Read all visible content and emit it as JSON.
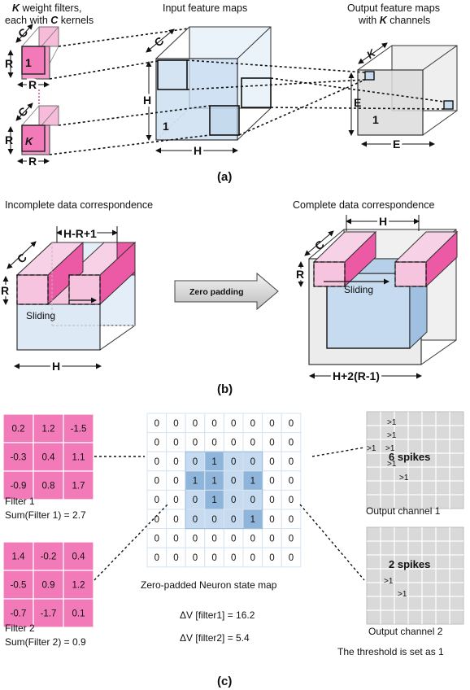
{
  "panel_a": {
    "filters_title_line1_prefix": "K",
    "filters_title_line1_suffix": " weight filters,",
    "filters_title_line2_prefix": "each with ",
    "filters_title_line2_var": "C",
    "filters_title_line2_suffix": " kernels",
    "input_title": "Input feature maps",
    "output_title_line1": "Output feature maps",
    "output_title_line2_prefix": "with ",
    "output_title_line2_var": "K",
    "output_title_line2_suffix": " channels",
    "label_C": "C",
    "label_R": "R",
    "label_H": "H",
    "label_E": "E",
    "label_K": "K",
    "label_one": "1",
    "caption": "(a)"
  },
  "panel_b": {
    "left_title": "Incomplete data correspondence",
    "right_title": "Complete data correspondence",
    "label_hr1": "H-R+1",
    "label_C": "C",
    "label_R": "R",
    "label_H": "H",
    "label_sliding": "Sliding",
    "arrow_label": "Zero padding",
    "label_h2r": "H+2(R-1)",
    "caption": "(b)"
  },
  "panel_c": {
    "filter1": [
      [
        "0.2",
        "1.2",
        "-1.5"
      ],
      [
        "-0.3",
        "0.4",
        "1.1"
      ],
      [
        "-0.9",
        "0.8",
        "1.7"
      ]
    ],
    "filter1_name": "Filter 1",
    "filter1_sum": "Sum(Filter 1) = 2.7",
    "filter2": [
      [
        "1.4",
        "-0.2",
        "0.4"
      ],
      [
        "-0.5",
        "0.9",
        "1.2"
      ],
      [
        "-0.7",
        "-1.7",
        "0.1"
      ]
    ],
    "filter2_name": "Filter 2",
    "filter2_sum": "Sum(Filter 2) = 0.9",
    "state_map": [
      [
        "0",
        "0",
        "0",
        "0",
        "0",
        "0",
        "0",
        "0"
      ],
      [
        "0",
        "0",
        "0",
        "0",
        "0",
        "0",
        "0",
        "0"
      ],
      [
        "0",
        "0",
        "0",
        "1",
        "0",
        "0",
        "0",
        "0"
      ],
      [
        "0",
        "0",
        "1",
        "1",
        "0",
        "1",
        "0",
        "0"
      ],
      [
        "0",
        "0",
        "0",
        "1",
        "0",
        "0",
        "0",
        "0"
      ],
      [
        "0",
        "0",
        "0",
        "0",
        "0",
        "1",
        "0",
        "0"
      ],
      [
        "0",
        "0",
        "0",
        "0",
        "0",
        "0",
        "0",
        "0"
      ],
      [
        "0",
        "0",
        "0",
        "0",
        "0",
        "0",
        "0",
        "0"
      ]
    ],
    "map_caption": "Zero-padded Neuron state map",
    "dv1": "ΔV [filter1] = 16.2",
    "dv2": "ΔV [filter2] = 5.4",
    "gt1": ">1",
    "spikes1": "6 spikes",
    "out1_caption": "Output channel 1",
    "spikes2": "2 spikes",
    "out2_caption": "Output channel 2",
    "threshold_note": "The threshold is set as 1",
    "colors": {
      "filter_pink": "#f27ab8",
      "spike_red": "#d0102a",
      "blue_fill": "#c6dbef",
      "blue_dark": "#8fb5da",
      "grid_grey": "#d9d9d9"
    },
    "caption": "(c)"
  }
}
